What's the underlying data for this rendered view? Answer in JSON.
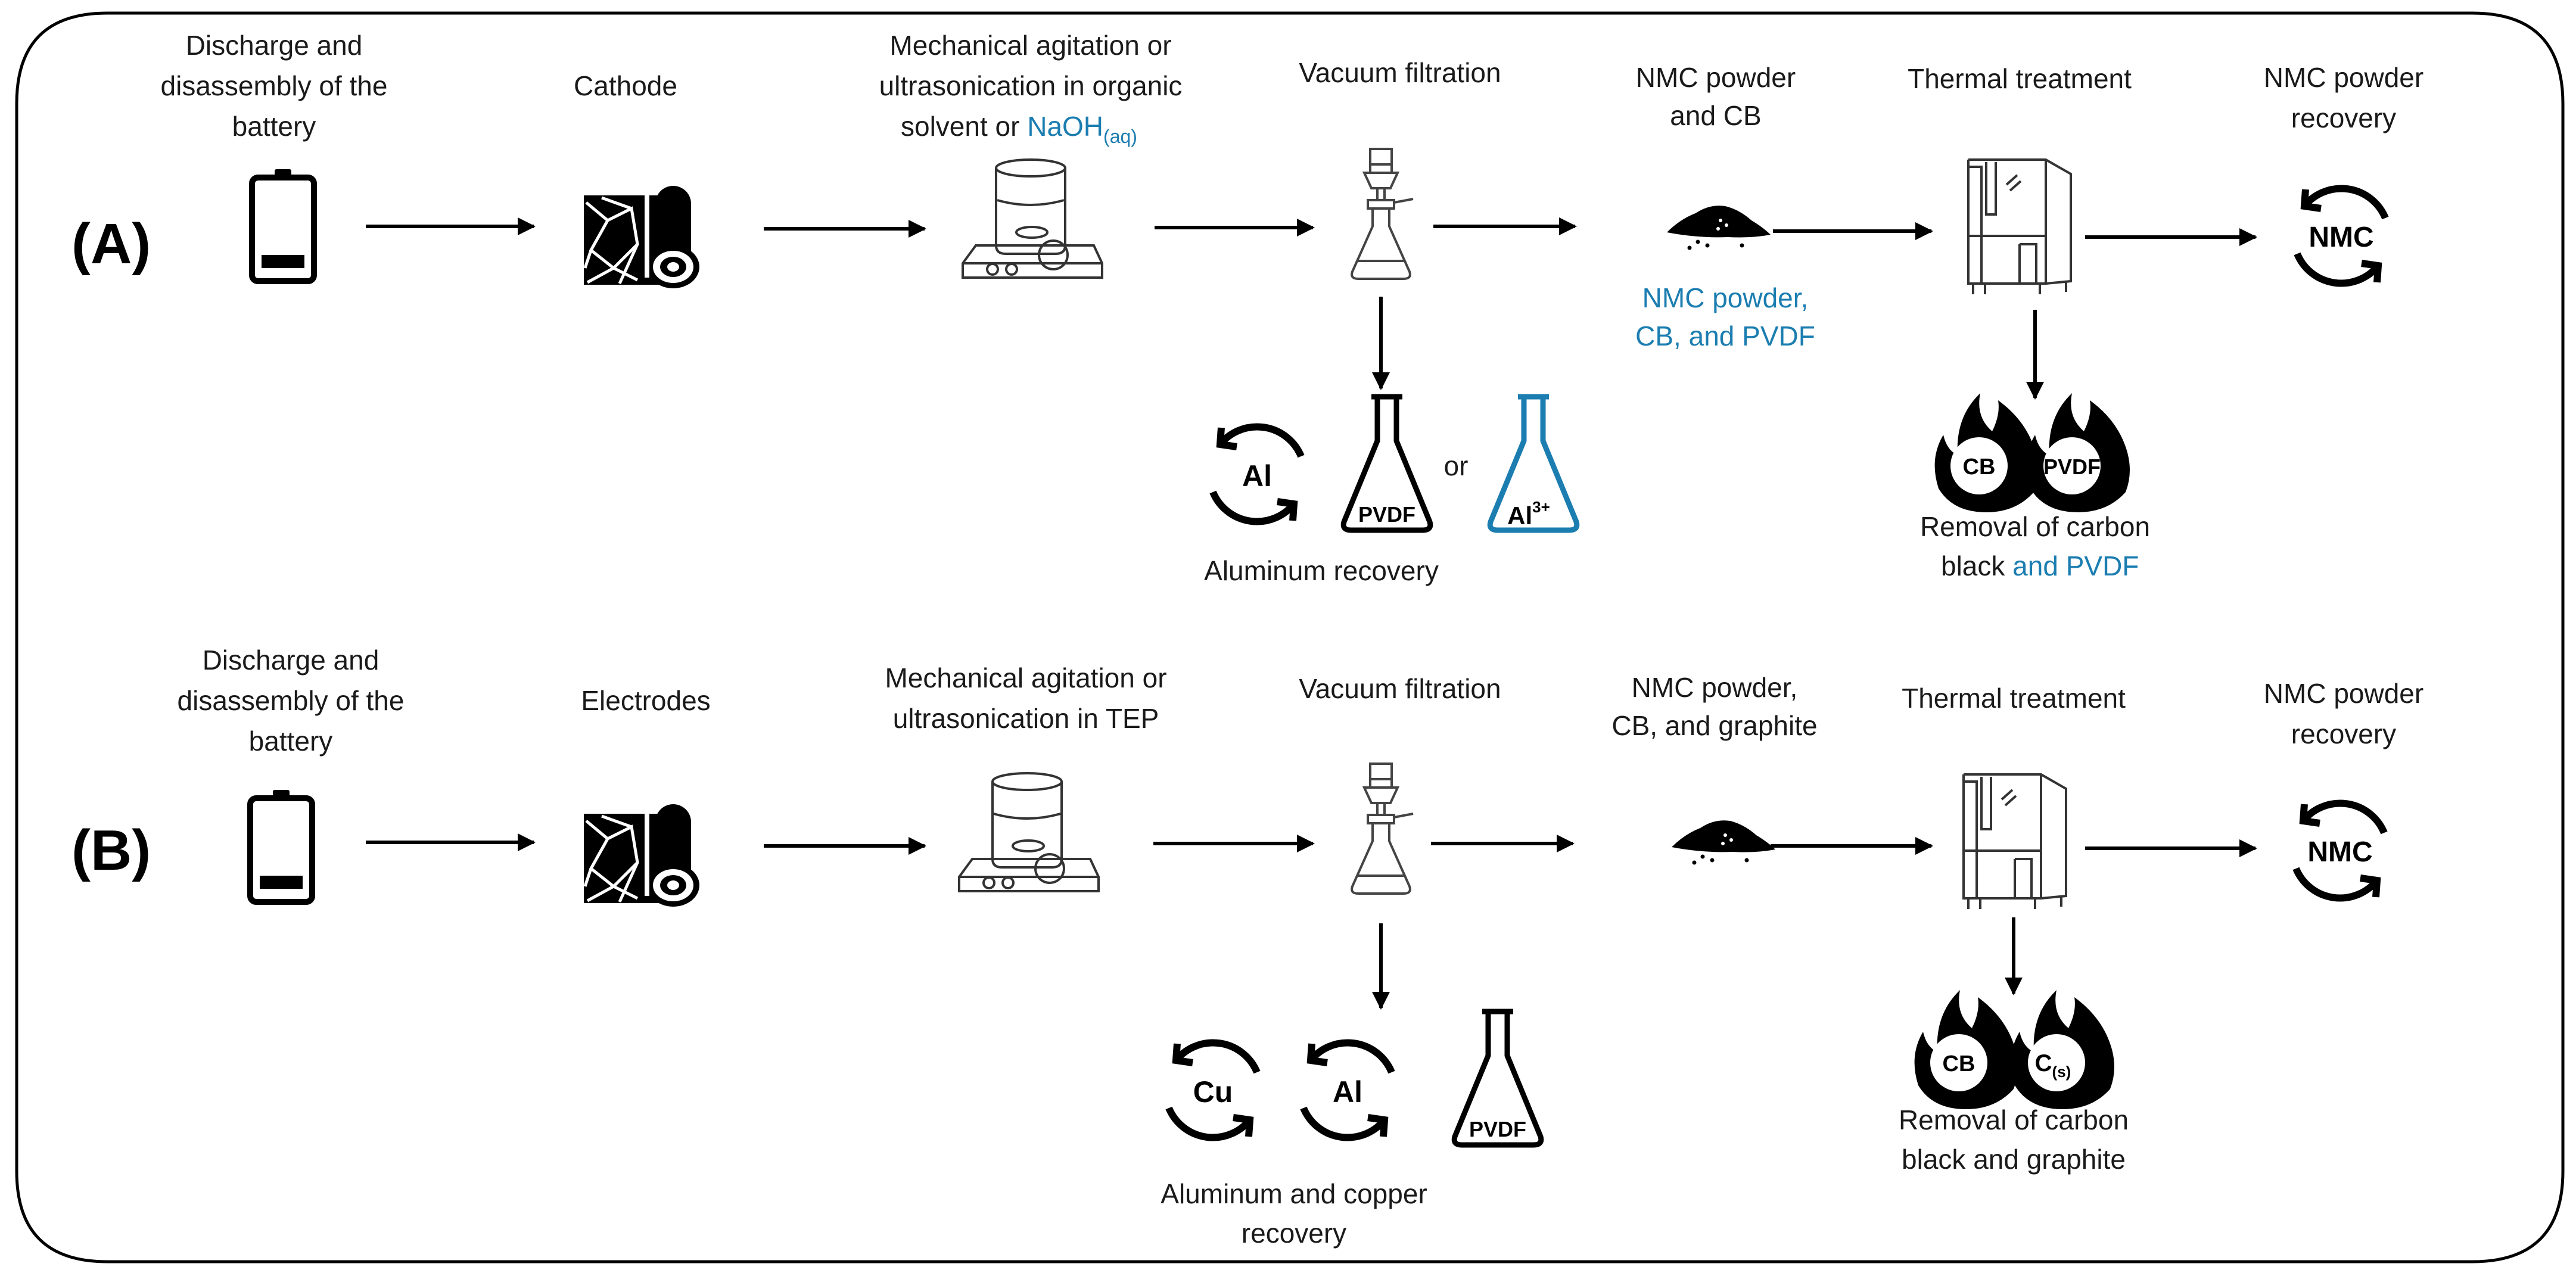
{
  "row_a": {
    "tag": "(A)",
    "s1": [
      "Discharge and",
      "disassembly of the",
      "battery"
    ],
    "s2": "Cathode",
    "s3": [
      "Mechanical agitation or",
      "ultrasonication in organic",
      "solvent or "
    ],
    "s3_blue": "NaOH",
    "s3_blue_sub": "(aq)",
    "s4": "Vacuum filtration",
    "s5": [
      "NMC powder",
      "and CB"
    ],
    "s5_blue": [
      "NMC powder,",
      "CB, and PVDF"
    ],
    "s6": "Thermal treatment",
    "s7": [
      "NMC powder",
      "recovery"
    ],
    "nmc": "NMC",
    "al": "Al",
    "pvdf": "PVDF",
    "or": "or",
    "al3": "Al",
    "al3_sup": "3+",
    "al_recovery": "Aluminum recovery",
    "cb": "CB",
    "pvdf_blue": "PVDF",
    "removal": [
      "Removal of carbon",
      "black "
    ],
    "removal_blue": "and PVDF"
  },
  "row_b": {
    "tag": "(B)",
    "s1": [
      "Discharge and",
      "disassembly of the",
      "battery"
    ],
    "s2": "Electrodes",
    "s3": [
      "Mechanical agitation or",
      "ultrasonication in TEP"
    ],
    "s4": "Vacuum filtration",
    "s5": [
      "NMC powder,",
      "CB, and graphite"
    ],
    "s6": "Thermal treatment",
    "s7": [
      "NMC powder",
      "recovery"
    ],
    "nmc": "NMC",
    "cu": "Cu",
    "al": "Al",
    "pvdf": "PVDF",
    "recovery": [
      "Aluminum and copper",
      "recovery"
    ],
    "cb": "CB",
    "cs": "C",
    "cs_sub": "(s)",
    "removal": [
      "Removal of carbon",
      "black and graphite"
    ]
  },
  "colors": {
    "blue": "#1b7db0",
    "black": "#000000"
  }
}
